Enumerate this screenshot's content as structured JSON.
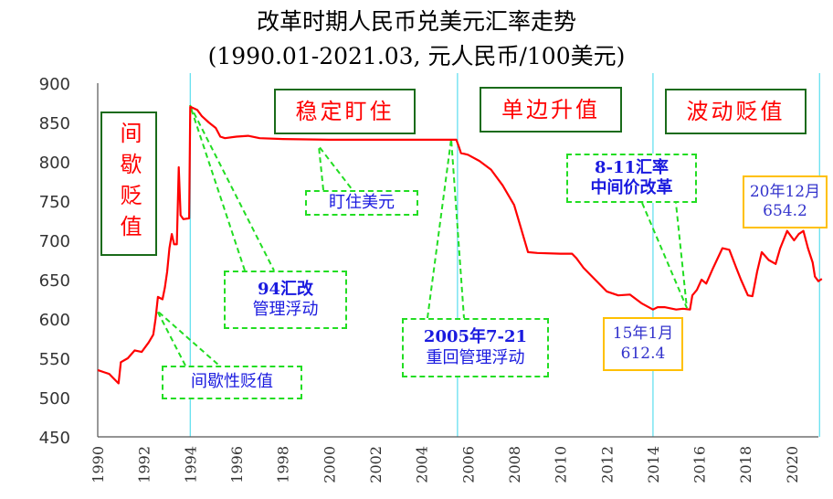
{
  "chart_data": {
    "type": "line",
    "title": "改革时期人民币兑美元汇率走势",
    "subtitle": "(1990.01-2021.03, 元人民币/100美元)",
    "xlabel": "",
    "ylabel": "",
    "xlim": [
      1990,
      2021.3
    ],
    "ylim": [
      450,
      900
    ],
    "yticks": [
      "450",
      "500",
      "550",
      "600",
      "650",
      "700",
      "750",
      "800",
      "850",
      "900"
    ],
    "xticks": [
      "1990",
      "1992",
      "1994",
      "1996",
      "1998",
      "2000",
      "2002",
      "2004",
      "2006",
      "2008",
      "2010",
      "2012",
      "2014",
      "2016",
      "2018",
      "2020"
    ],
    "grid": false,
    "vertical_markers": [
      1994.0,
      2005.55,
      2014.0,
      2021.2
    ],
    "series": [
      {
        "name": "人民币兑美元汇率",
        "color": "#ff0000",
        "points": [
          [
            1990.0,
            535
          ],
          [
            1990.3,
            532
          ],
          [
            1990.5,
            530
          ],
          [
            1990.7,
            524
          ],
          [
            1990.9,
            518
          ],
          [
            1991.0,
            545
          ],
          [
            1991.3,
            550
          ],
          [
            1991.6,
            560
          ],
          [
            1991.9,
            558
          ],
          [
            1992.2,
            570
          ],
          [
            1992.4,
            580
          ],
          [
            1992.5,
            600
          ],
          [
            1992.6,
            628
          ],
          [
            1992.8,
            625
          ],
          [
            1992.9,
            640
          ],
          [
            1993.0,
            660
          ],
          [
            1993.1,
            690
          ],
          [
            1993.2,
            708
          ],
          [
            1993.3,
            695
          ],
          [
            1993.42,
            695
          ],
          [
            1993.5,
            793
          ],
          [
            1993.58,
            732
          ],
          [
            1993.7,
            727
          ],
          [
            1993.95,
            728
          ],
          [
            1994.0,
            870
          ],
          [
            1994.3,
            866
          ],
          [
            1994.5,
            858
          ],
          [
            1994.8,
            850
          ],
          [
            1995.1,
            843
          ],
          [
            1995.3,
            832
          ],
          [
            1995.5,
            830
          ],
          [
            1996.0,
            832
          ],
          [
            1996.5,
            833
          ],
          [
            1997.0,
            830
          ],
          [
            1998.0,
            829
          ],
          [
            2000.0,
            828
          ],
          [
            2002.0,
            828
          ],
          [
            2004.0,
            828
          ],
          [
            2005.5,
            828
          ],
          [
            2005.6,
            820
          ],
          [
            2005.7,
            811
          ],
          [
            2006.0,
            809
          ],
          [
            2006.5,
            801
          ],
          [
            2007.0,
            790
          ],
          [
            2007.5,
            770
          ],
          [
            2008.0,
            745
          ],
          [
            2008.3,
            715
          ],
          [
            2008.6,
            685
          ],
          [
            2009.0,
            684
          ],
          [
            2010.0,
            683
          ],
          [
            2010.5,
            683
          ],
          [
            2010.7,
            677
          ],
          [
            2011.0,
            665
          ],
          [
            2011.5,
            650
          ],
          [
            2012.0,
            635
          ],
          [
            2012.5,
            630
          ],
          [
            2013.0,
            631
          ],
          [
            2013.5,
            620
          ],
          [
            2014.0,
            612
          ],
          [
            2014.2,
            615
          ],
          [
            2014.5,
            615
          ],
          [
            2015.0,
            612
          ],
          [
            2015.3,
            613
          ],
          [
            2015.6,
            612
          ],
          [
            2015.7,
            630
          ],
          [
            2015.9,
            637
          ],
          [
            2016.1,
            650
          ],
          [
            2016.3,
            645
          ],
          [
            2016.6,
            665
          ],
          [
            2017.0,
            690
          ],
          [
            2017.3,
            688
          ],
          [
            2017.6,
            665
          ],
          [
            2017.8,
            650
          ],
          [
            2018.1,
            630
          ],
          [
            2018.3,
            629
          ],
          [
            2018.5,
            660
          ],
          [
            2018.7,
            685
          ],
          [
            2019.0,
            675
          ],
          [
            2019.3,
            670
          ],
          [
            2019.5,
            690
          ],
          [
            2019.8,
            712
          ],
          [
            2020.0,
            704
          ],
          [
            2020.1,
            700
          ],
          [
            2020.3,
            708
          ],
          [
            2020.5,
            712
          ],
          [
            2020.7,
            690
          ],
          [
            2020.9,
            672
          ],
          [
            2021.0,
            654
          ],
          [
            2021.15,
            648
          ],
          [
            2021.3,
            651
          ]
        ]
      }
    ],
    "annotations": {
      "phase_1": "间歇贬值",
      "phase_2": "稳定盯住",
      "phase_3": "单边升值",
      "phase_4": "波动贬值",
      "note_intermittent": "间歇性贬值",
      "note_94_line1": "94汇改",
      "note_94_line2": "管理浮动",
      "note_peg": "盯住美元",
      "note_2005_line1": "2005年7-21",
      "note_2005_line2": "重回管理浮动",
      "note_811_line1": "8-11汇率",
      "note_811_line2": "中间价改革",
      "value_2015_line1": "15年1月",
      "value_2015_line2": "612.4",
      "value_2020_line1": "20年12月",
      "value_2020_line2": "654.2"
    }
  }
}
